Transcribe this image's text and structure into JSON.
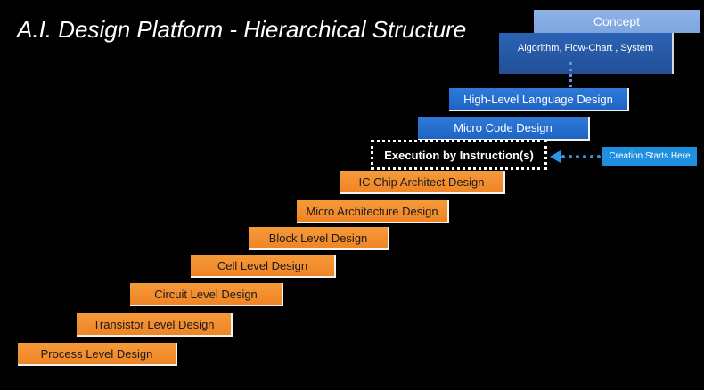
{
  "title": "A.I. Design Platform - Hierarchical Structure",
  "concept": "Concept",
  "algorithm": "Algorithm, Flow-Chart , System",
  "high_level": "High-Level Language Design",
  "micro_code": "Micro  Code  Design",
  "execution": "Execution by Instruction(s)",
  "creation_note": "Creation Starts Here",
  "steps": [
    "IC Chip Architect Design",
    "Micro Architecture Design",
    "Block Level Design",
    "Cell Level Design",
    "Circuit Level Design",
    "Transistor Level Design",
    "Process Level Design"
  ],
  "colors": {
    "orange": "#ef8424",
    "blue": "#1f64c4",
    "concept": "#8fb3e6",
    "creation": "#1f8fe0",
    "background": "#000000"
  }
}
